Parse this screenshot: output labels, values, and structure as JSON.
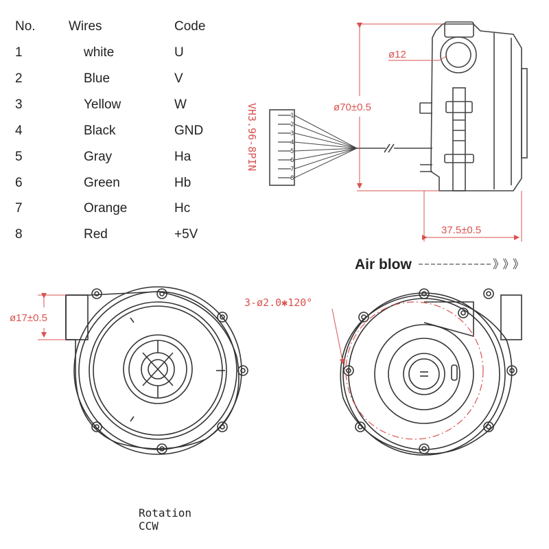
{
  "table": {
    "headers": {
      "no": "No.",
      "wires": "Wires",
      "code": "Code"
    },
    "rows": [
      {
        "no": "1",
        "wire": "white",
        "code": "U"
      },
      {
        "no": "2",
        "wire": "Blue",
        "code": "V"
      },
      {
        "no": "3",
        "wire": "Yellow",
        "code": "W"
      },
      {
        "no": "4",
        "wire": "Black",
        "code": "GND"
      },
      {
        "no": "5",
        "wire": "Gray",
        "code": "Ha"
      },
      {
        "no": "6",
        "wire": "Green",
        "code": "Hb"
      },
      {
        "no": "7",
        "wire": "Orange",
        "code": "Hc"
      },
      {
        "no": "8",
        "wire": "Red",
        "code": "+5V"
      }
    ]
  },
  "side_view": {
    "outlet_dia": "ø12",
    "body_dia": "ø70±0.5",
    "depth": "37.5±0.5",
    "connector": "VH3.96-8PIN",
    "pins": [
      "1",
      "2",
      "3",
      "4",
      "5",
      "6",
      "7",
      "8"
    ]
  },
  "air_blow": {
    "label": "Air blow",
    "arrows": "》》》"
  },
  "front_view": {
    "inlet_dia": "ø17±0.5"
  },
  "back_view": {
    "mount_holes": "3-ø2.0✱120°"
  },
  "rotation": {
    "line1": "Rotation",
    "line2": "CCW"
  },
  "colors": {
    "dimension": "#d9534f",
    "line": "#444444"
  }
}
